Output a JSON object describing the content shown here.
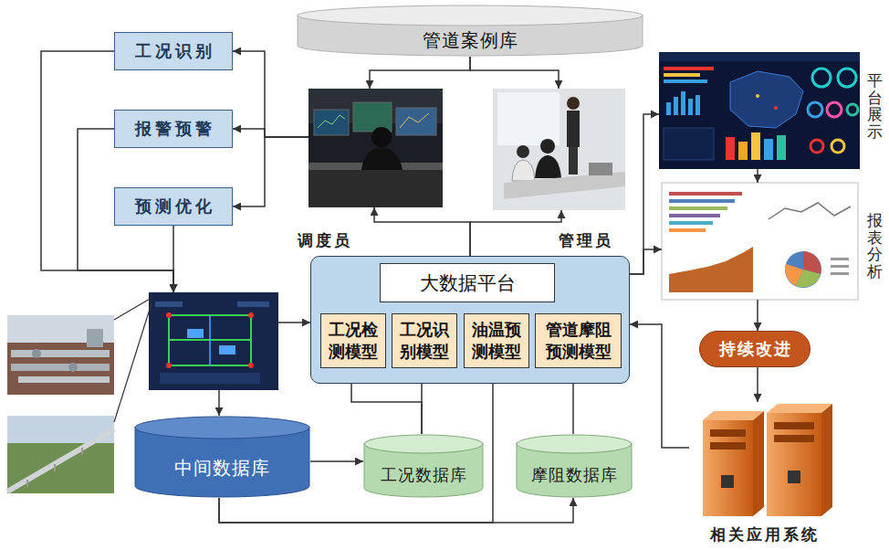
{
  "diagram": {
    "nodes": [
      {
        "text": [
          "工况识别"
        ]
      },
      {
        "text": [
          "报警预警"
        ]
      },
      {
        "text": [
          "预测优化"
        ]
      },
      {
        "text": [
          "管道案例库"
        ]
      },
      {
        "text": [
          "调度员"
        ]
      },
      {
        "text": [
          "管理员"
        ]
      },
      {
        "text": [
          "平台展示"
        ]
      },
      {
        "text": [
          "报表分析"
        ]
      },
      {
        "text": []
      },
      {
        "text": [
          "大数据平台"
        ]
      },
      {
        "text": [
          "工况检测模型"
        ],
        "in": 9
      },
      {
        "text": [
          "工况识别模型"
        ],
        "in": 9
      },
      {
        "text": [
          "油温预测模型"
        ],
        "in": 9
      },
      {
        "text": [
          "管道摩阻预测模型"
        ],
        "in": 9
      },
      {
        "text": [
          "中间数据库"
        ]
      },
      {
        "text": [
          "工况数据库"
        ]
      },
      {
        "text": [
          "摩阻数据库"
        ]
      },
      {
        "text": [
          "持续改进"
        ]
      },
      {
        "text": [
          "相关应用系统"
        ]
      }
    ],
    "edges": [
      {
        "from": 3,
        "to": 4,
        "arrow": "to"
      },
      {
        "from": 3,
        "to": 5,
        "arrow": "to"
      },
      {
        "from": 4,
        "to": 0,
        "arrow": "to"
      },
      {
        "from": 4,
        "to": 1,
        "arrow": "to"
      },
      {
        "from": 4,
        "to": 2,
        "arrow": "to"
      },
      {
        "from": 0,
        "to": 8,
        "arrow": "to"
      },
      {
        "from": 1,
        "to": 8,
        "arrow": "to"
      },
      {
        "from": 2,
        "to": 8,
        "arrow": "to"
      },
      {
        "from": 8,
        "to": 9,
        "arrow": "to"
      },
      {
        "from": 8,
        "to": 14,
        "arrow": "to"
      },
      {
        "from": 14,
        "to": 15,
        "arrow": "to"
      },
      {
        "from": 15,
        "to": 10,
        "arrow": "to"
      },
      {
        "from": 15,
        "to": 11,
        "arrow": "to"
      },
      {
        "from": 14,
        "to": 12,
        "arrow": "to"
      },
      {
        "from": 14,
        "to": 16,
        "arrow": "to"
      },
      {
        "from": 16,
        "to": 13,
        "arrow": "to"
      },
      {
        "from": 9,
        "to": 4,
        "arrow": "to"
      },
      {
        "from": 9,
        "to": 5,
        "arrow": "to"
      },
      {
        "from": 9,
        "to": 6,
        "arrow": "to"
      },
      {
        "from": 9,
        "to": 7,
        "arrow": "to"
      },
      {
        "from": 6,
        "to": 7,
        "arrow": "to"
      },
      {
        "from": 7,
        "to": 17,
        "arrow": "to"
      },
      {
        "from": 17,
        "to": 18,
        "arrow": "to"
      },
      {
        "from": 18,
        "to": 9,
        "arrow": "to"
      }
    ]
  }
}
